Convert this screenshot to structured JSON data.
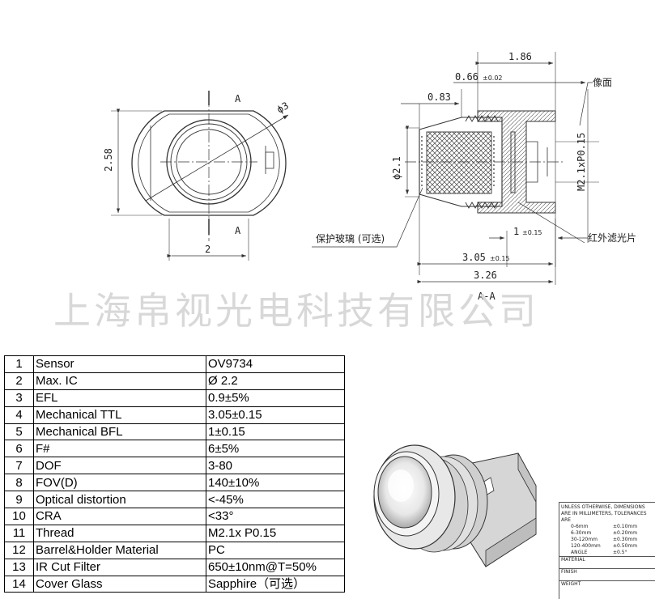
{
  "drawing": {
    "front_view": {
      "section_label_top": "A",
      "section_label_bottom": "A",
      "dim_diameter": "ϕ3",
      "dim_height": "2.58",
      "dim_width": "2"
    },
    "section_view": {
      "dim_overall_top": "1.86",
      "dim_066": "0.66",
      "dim_066_tol": "±0.02",
      "dim_083": "0.83",
      "dim_diameter": "ϕ2.1",
      "dim_thread": "M2.1xP0.15",
      "dim_bfl": "1",
      "dim_bfl_tol": "±0.15",
      "dim_ttl": "3.05",
      "dim_ttl_tol": "±0.15",
      "dim_total": "3.26",
      "label_image_plane": "像面",
      "label_cover_glass": "保护玻璃 (可选)",
      "label_ir_filter": "红外滤光片",
      "section_name": "A-A"
    }
  },
  "watermark": "上海帛视光电科技有限公司",
  "spec_table": [
    {
      "no": "1",
      "param": "Sensor",
      "value": "OV9734"
    },
    {
      "no": "2",
      "param": "Max. IC",
      "value": "Ø 2.2"
    },
    {
      "no": "3",
      "param": "EFL",
      "value": "0.9±5%"
    },
    {
      "no": "4",
      "param": "Mechanical TTL",
      "value": "3.05±0.15"
    },
    {
      "no": "5",
      "param": "Mechanical BFL",
      "value": "1±0.15"
    },
    {
      "no": "6",
      "param": "F#",
      "value": "6±5%"
    },
    {
      "no": "7",
      "param": "DOF",
      "value": "3-80"
    },
    {
      "no": "8",
      "param": "FOV(D)",
      "value": "140±10%"
    },
    {
      "no": "9",
      "param": "Optical distortion",
      "value": "<-45%"
    },
    {
      "no": "10",
      "param": "CRA",
      "value": "<33°"
    },
    {
      "no": "11",
      "param": "Thread",
      "value": "M2.1x P0.15"
    },
    {
      "no": "12",
      "param": "Barrel&Holder Material",
      "value": "PC"
    },
    {
      "no": "13",
      "param": "IR Cut Filter",
      "value": "650±10nm@T=50%"
    },
    {
      "no": "14",
      "param": "Cover Glass",
      "value": "Sapphire（可选）"
    }
  ],
  "tolerance_block": {
    "header": "UNLESS OTHERWISE, DIMENSIONS ARE IN MILLIMETERS, TOLERANCES ARE",
    "rows": [
      {
        "range": "0-6mm",
        "tol": "±0.10mm"
      },
      {
        "range": "6-30mm",
        "tol": "±0.20mm"
      },
      {
        "range": "30-120mm",
        "tol": "±0.30mm"
      },
      {
        "range": "120-400mm",
        "tol": "±0.50mm"
      },
      {
        "range": "ANGLE",
        "tol": "±0.5°"
      }
    ],
    "material_label": "MATERIAL",
    "finish_label": "FINISH",
    "weight_label": "WEIGHT"
  }
}
